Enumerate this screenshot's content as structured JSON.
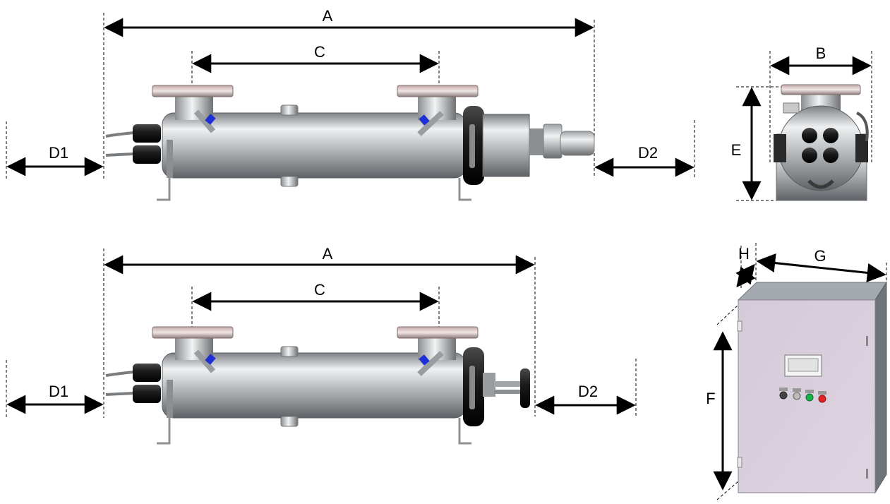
{
  "labels": {
    "A": "A",
    "B": "B",
    "C": "C",
    "D1": "D1",
    "D2": "D2",
    "E": "E",
    "F": "F",
    "G": "G",
    "H": "H"
  },
  "colors": {
    "dimension_line": "#000000",
    "steel_dark": "#6d7073",
    "steel_mid": "#b7babd",
    "steel_light": "#eef0f1",
    "cap_black": "#1c1c1c",
    "valve_blue": "#1f2fd6",
    "cabinet_face": "#d9cfdd",
    "cabinet_side": "#6f7479",
    "cabinet_top": "#9da3a8",
    "button_green": "#19b34a",
    "button_red": "#e02424"
  }
}
